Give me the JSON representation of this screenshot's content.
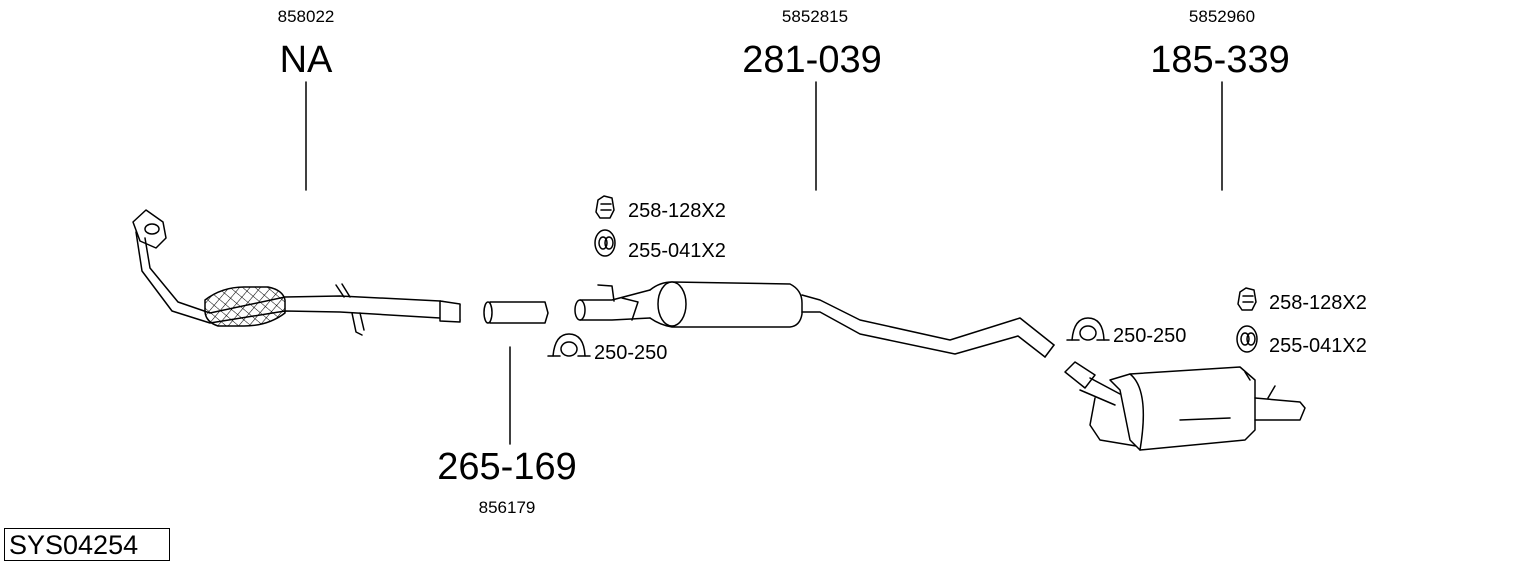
{
  "diagram": {
    "system_code": "SYS04254",
    "parts": [
      {
        "oem": "858022",
        "number": "NA"
      },
      {
        "oem": "5852815",
        "number": "281-039"
      },
      {
        "oem": "5852960",
        "number": "185-339"
      },
      {
        "oem": "856179",
        "number": "265-169"
      }
    ],
    "accessories": [
      {
        "label": "258-128X2",
        "icon": "rubber-hanger-icon"
      },
      {
        "label": "255-041X2",
        "icon": "rubber-ring-icon"
      },
      {
        "label": "250-250",
        "icon": "pipe-clamp-icon"
      },
      {
        "label": "250-250",
        "icon": "pipe-clamp-icon"
      },
      {
        "label": "258-128X2",
        "icon": "rubber-hanger-icon"
      },
      {
        "label": "255-041X2",
        "icon": "rubber-ring-icon"
      }
    ]
  }
}
